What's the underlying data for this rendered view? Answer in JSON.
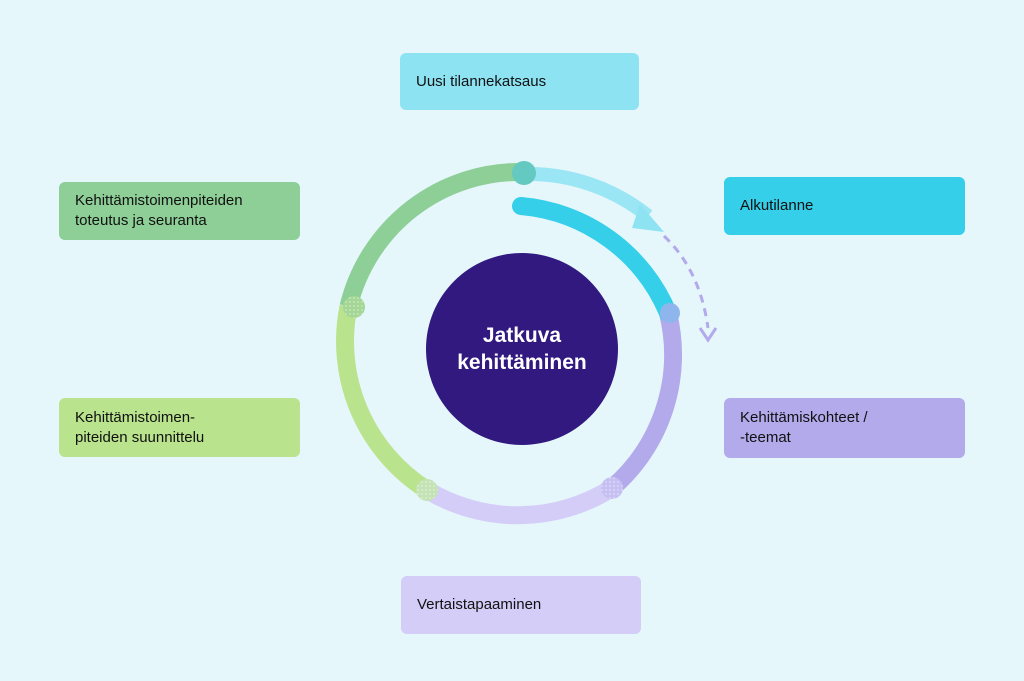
{
  "center": {
    "line1": "Jatkuva",
    "line2": "kehittäminen",
    "color": "#31197f"
  },
  "stages": [
    {
      "id": "uusi",
      "line1": "Uusi tilannekatsaus",
      "line2": "",
      "color": "#8de3f2"
    },
    {
      "id": "alkutilanne",
      "line1": "Alkutilanne",
      "line2": "",
      "color": "#35cfe9"
    },
    {
      "id": "kohteet",
      "line1": "Kehittämiskohteet /",
      "line2": "-teemat",
      "color": "#b3aaeb"
    },
    {
      "id": "vertaistapaaminen",
      "line1": "Vertaistapaaminen",
      "line2": "",
      "color": "#d3cdf7"
    },
    {
      "id": "suunnittelu",
      "line1": "Kehittämistoimen-",
      "line2": "piteiden suunnittelu",
      "color": "#b9e38c"
    },
    {
      "id": "toteutus",
      "line1": "Kehittämistoimenpiteiden",
      "line2": "toteutus ja seuranta",
      "color": "#8dcf96"
    }
  ]
}
